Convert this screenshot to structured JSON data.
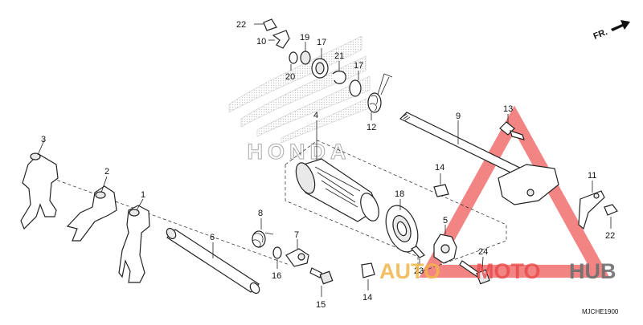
{
  "diagram": {
    "direction_label": "FR.",
    "background_logo_text": "HONDA",
    "diagram_code": "MJCHE1900",
    "watermark": {
      "word_1": "AUTO",
      "word_2": "MOTO",
      "word_3": "HUB"
    },
    "colors": {
      "watermark_red": "#e84a4a",
      "watermark_orange": "#f2b54a",
      "watermark_dark": "#6f6f6f",
      "triangle_red": "#ee5b5b"
    },
    "callouts": {
      "c1": "1",
      "c2": "2",
      "c3": "3",
      "c4": "4",
      "c5": "5",
      "c6": "6",
      "c7": "7",
      "c8": "8",
      "c9": "9",
      "c10": "10",
      "c11": "11",
      "c12": "12",
      "c13": "13",
      "c14a": "14",
      "c14b": "14",
      "c15": "15",
      "c16": "16",
      "c17a": "17",
      "c17b": "17",
      "c18": "18",
      "c19": "19",
      "c20": "20",
      "c21": "21",
      "c22a": "22",
      "c22b": "22",
      "c23": "23",
      "c24": "24"
    }
  }
}
